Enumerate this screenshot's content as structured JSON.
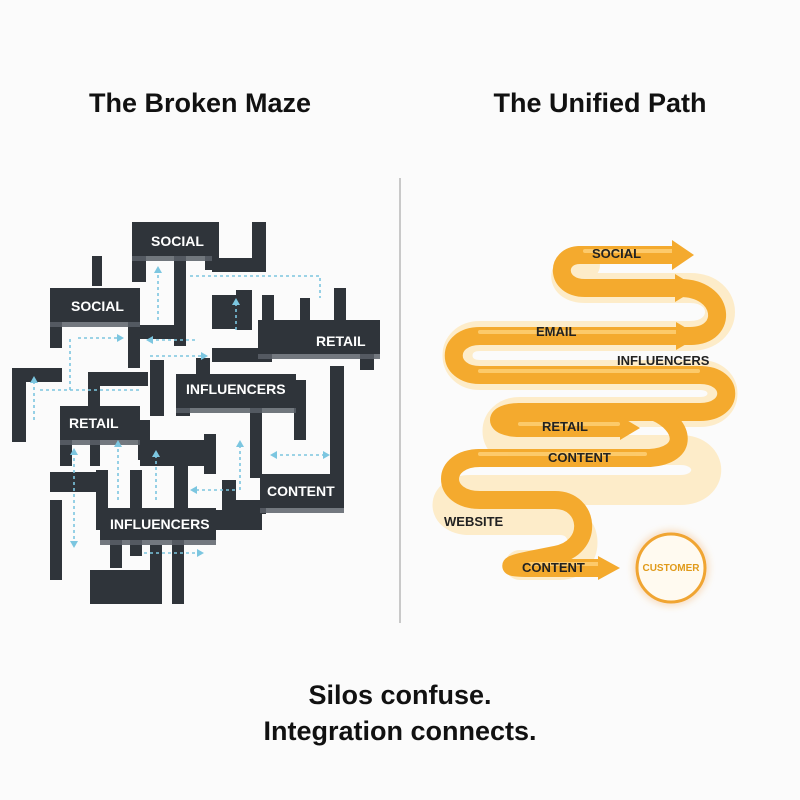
{
  "titles": {
    "left": "The Broken Maze",
    "right": "The Unified Path"
  },
  "maze": {
    "labels": [
      "SOCIAL",
      "SOCIAL",
      "RETAIL",
      "INFLUENCERS",
      "RETAIL",
      "CONTENT",
      "INFLUENCERS"
    ]
  },
  "path": {
    "labels": [
      "SOCIAL",
      "EMAIL",
      "INFLUENCERS",
      "RETAIL",
      "CONTENT",
      "WEBSITE",
      "CONTENT"
    ],
    "destination": "CUSTOMER"
  },
  "caption": {
    "line1": "Silos confuse.",
    "line2": "Integration connects."
  },
  "colors": {
    "maze_wall": "#2f343a",
    "maze_wall_side": "#5a6068",
    "maze_arrow": "#7cc6e0",
    "path_gold": "#f4aa2e",
    "path_highlight": "#ffd27a",
    "customer_ring": "#f0a530"
  }
}
